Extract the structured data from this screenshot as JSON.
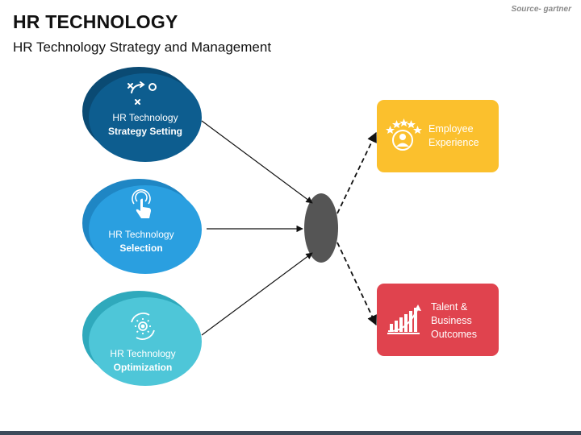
{
  "header": {
    "title": "HR TECHNOLOGY",
    "subtitle": "HR Technology Strategy and Management",
    "source": "Source- gartner"
  },
  "inputs": [
    {
      "line1": "HR Technology",
      "line2": "Strategy Setting",
      "icon": "strategy-icon",
      "front": "#0d5d8f",
      "back": "#0a4a73"
    },
    {
      "line1": "HR Technology",
      "line2": "Selection",
      "icon": "tap-icon",
      "front": "#2a9fe0",
      "back": "#1f86c4"
    },
    {
      "line1": "HR Technology",
      "line2": "Optimization",
      "icon": "gears-cycle-icon",
      "front": "#4ec6d8",
      "back": "#2fa9bc"
    }
  ],
  "outputs": [
    {
      "label": "Employee\nExperience",
      "icon": "employee-star-icon",
      "color": "#fbc02d"
    },
    {
      "label": "Talent &\nBusiness\nOutcomes",
      "icon": "growth-chart-icon",
      "color": "#e0434e"
    }
  ],
  "hub_color": "#555555"
}
